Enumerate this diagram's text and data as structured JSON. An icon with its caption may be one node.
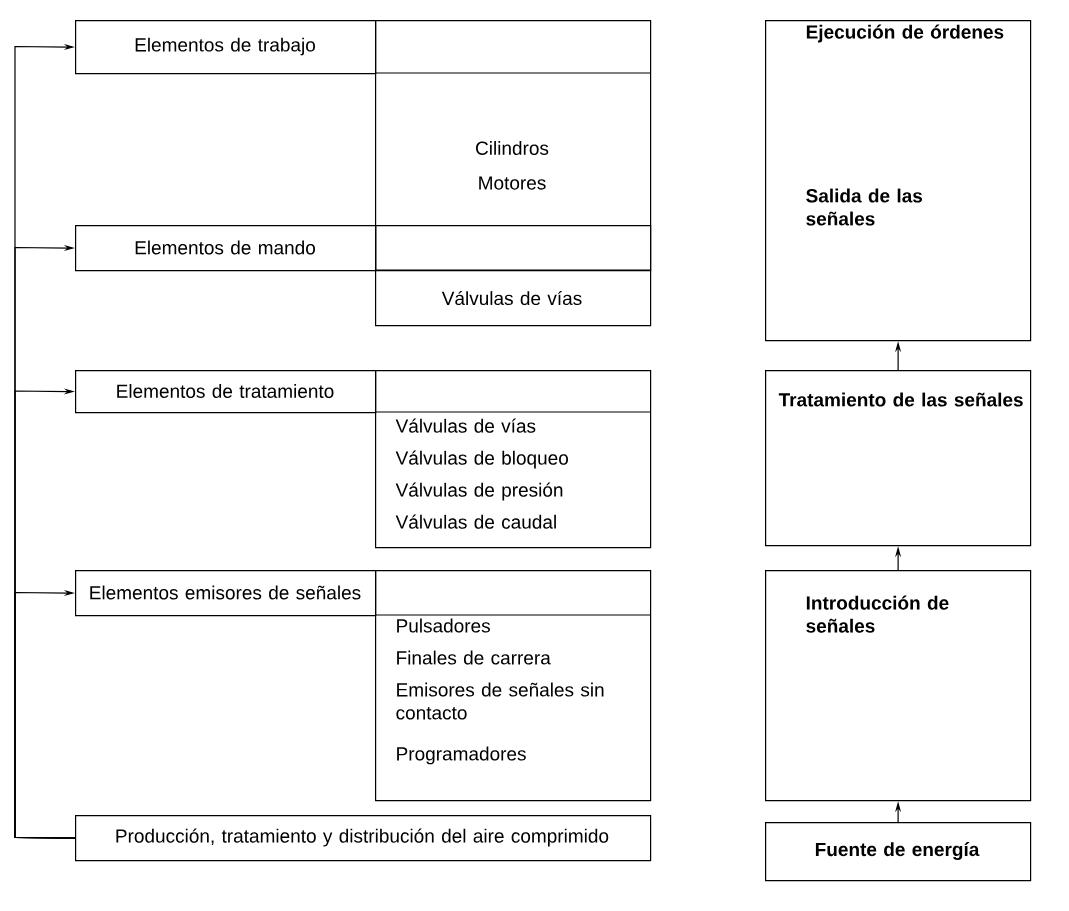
{
  "diagram": {
    "nodes": [
      {
        "text": [
          "Elementos de trabajo"
        ]
      },
      {
        "text": [
          "Cilindros",
          "Motores"
        ]
      },
      {
        "text": [
          "Elementos de mando"
        ]
      },
      {
        "text": [
          "Válvulas de vías"
        ]
      },
      {
        "text": [
          "Elementos de tratamiento"
        ]
      },
      {
        "text": [
          "Válvulas de vías",
          "Válvulas de bloqueo",
          "Válvulas de presión",
          "Válvulas de caudal"
        ]
      },
      {
        "text": [
          "Elementos emisores de señales"
        ]
      },
      {
        "text": [
          "Pulsadores",
          "Finales de carrera",
          "Emisores de señales sin contacto",
          "Programadores"
        ]
      },
      {
        "text": [
          "Producción, tratamiento y distribución del aire comprimido"
        ]
      },
      {
        "text": [
          "Ejecución de órdenes",
          "Salida de las señales"
        ]
      },
      {
        "text": [
          "Tratamiento de las señales"
        ]
      },
      {
        "text": [
          "Introducción de señales"
        ]
      },
      {
        "text": [
          "Fuente de energía"
        ]
      }
    ],
    "edges": [
      {
        "from": 8,
        "to": 0,
        "arrow": "to"
      },
      {
        "from": 8,
        "to": 2,
        "arrow": "to"
      },
      {
        "from": 8,
        "to": 4,
        "arrow": "to"
      },
      {
        "from": 8,
        "to": 6,
        "arrow": "to"
      },
      {
        "from": 12,
        "to": 11,
        "arrow": "to"
      },
      {
        "from": 11,
        "to": 10,
        "arrow": "to"
      },
      {
        "from": 10,
        "to": 9,
        "arrow": "to"
      }
    ]
  }
}
